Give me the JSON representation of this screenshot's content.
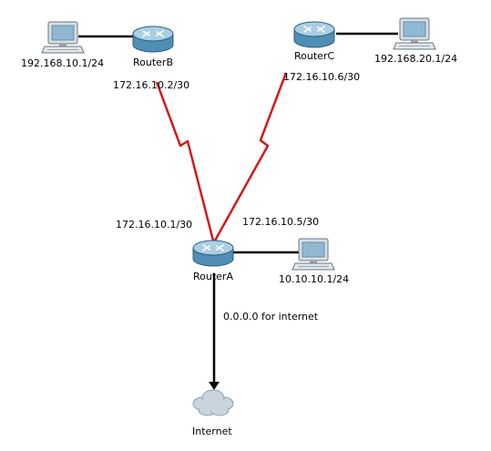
{
  "diagram": {
    "routers": {
      "router_a": "RouterA",
      "router_b": "RouterB",
      "router_c": "RouterC"
    },
    "cloud": {
      "label": "Internet"
    },
    "hosts": {
      "pc_b": "192.168.10.1/24",
      "pc_c": "192.168.20.1/24",
      "pc_a": "10.10.10.1/24"
    },
    "interfaces": {
      "b_serial": "172.16.10.2/30",
      "c_serial": "172.16.10.6/30",
      "a_to_b": "172.16.10.1/30",
      "a_to_c": "172.16.10.5/30"
    },
    "default_route": "0.0.0.0 for internet"
  },
  "colors": {
    "serial_link": "#d11a1a",
    "ethernet_link": "#000000",
    "router_body": "#4f8fb5",
    "router_top": "#a9cfe3"
  }
}
